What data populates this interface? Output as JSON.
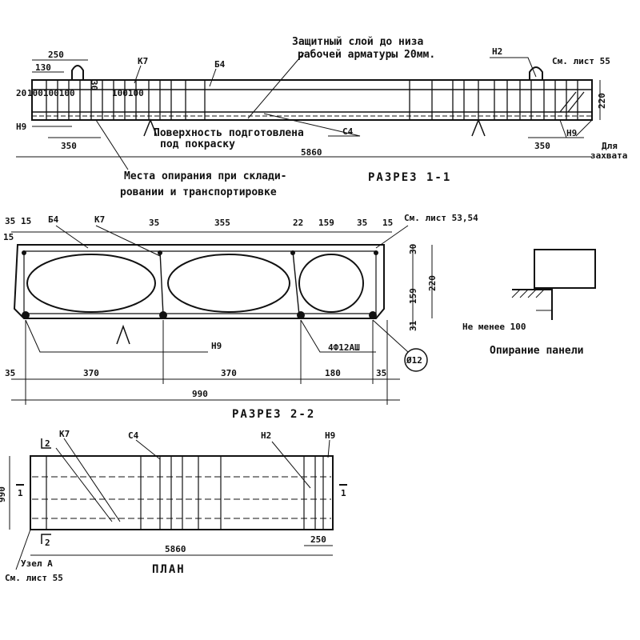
{
  "section1": {
    "title": "РАЗРЕЗ 1-1",
    "note_cover_line1": "Защитный слой до низа",
    "note_cover_line2": "рабочей арматуры 20мм.",
    "note_surface_line1": "Поверхность подготовлена",
    "note_surface_line2": "под покраску",
    "note_support_line1": "Места опирания при склади-",
    "note_support_line2": "ровании и транспортировке",
    "label_k7": "К7",
    "label_b4": "Б4",
    "label_n2": "Н2",
    "label_n9_left": "Н9",
    "label_n9_right": "Н9",
    "label_c4": "С4",
    "label_see_sheet": "См. лист 55",
    "label_for_grip_line1": "Для",
    "label_for_grip_line2": "захвата",
    "dim_250": "250",
    "dim_130": "130",
    "dim_20": "20",
    "dim_row": "100100100",
    "dim_mid": "100100",
    "dim_30": "30",
    "dim_220": "220",
    "dim_350_left": "350",
    "dim_350_right": "350",
    "dim_5860": "5860"
  },
  "section2": {
    "title": "РАЗРЕЗ 2-2",
    "label_b4": "Б4",
    "label_k7": "К7",
    "label_n9": "Н9",
    "label_rebar": "4Ф12АШ",
    "label_circle": "Ø12",
    "label_see_sheets": "См. лист 53,54",
    "dim_top": [
      "35",
      "15",
      "35",
      "355",
      "22",
      "159",
      "35",
      "15"
    ],
    "dim_30": "30",
    "dim_159": "159",
    "dim_31": "31",
    "dim_220": "220",
    "dim_15": "15",
    "dim_bottom": [
      "35",
      "370",
      "370",
      "180",
      "35"
    ],
    "dim_total": "990"
  },
  "support": {
    "label_min": "Не менее 100",
    "caption": "Опирание панели"
  },
  "plan": {
    "title": "ПЛАН",
    "label_k7": "К7",
    "label_c4": "С4",
    "label_n2": "Н2",
    "label_n9": "Н9",
    "label_2_top": "2",
    "label_2_bottom": "2",
    "label_1_left": "1",
    "label_1_right": "1",
    "dim_990": "990",
    "dim_5860": "5860",
    "dim_250": "250",
    "label_node": "Узел А",
    "label_see_sheet": "См. лист 55"
  }
}
